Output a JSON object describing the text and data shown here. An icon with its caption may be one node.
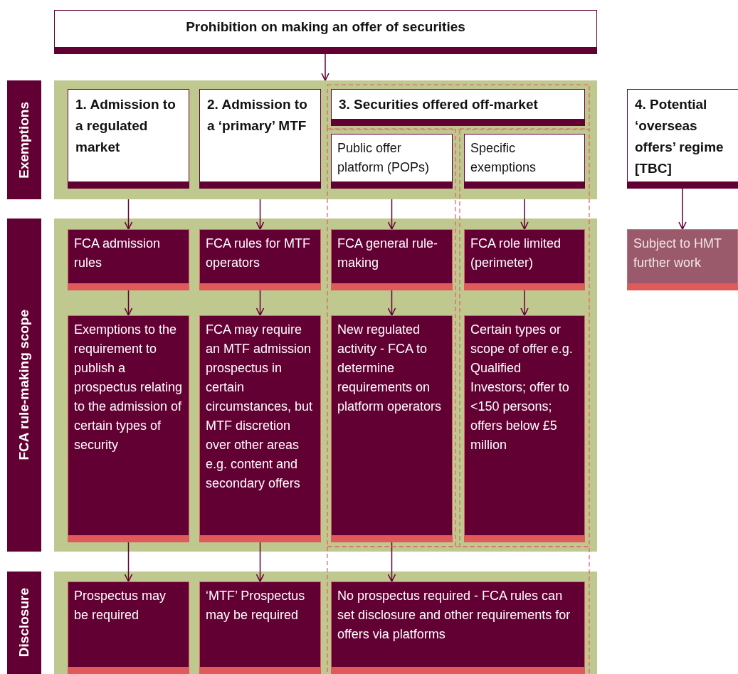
{
  "diagram": {
    "nodes": [
      {
        "text": [
          "Prohibition on making an offer of securities"
        ]
      },
      {
        "text": [
          "Exemptions"
        ]
      },
      {
        "text": [
          "1. Admission to a regulated market"
        ],
        "in": 22
      },
      {
        "text": [
          "2. Admission to a ‘primary’ MTF"
        ],
        "in": 22
      },
      {
        "text": [
          "3. Securities offered off-market"
        ],
        "in": 22
      },
      {
        "text": [
          "Public offer platform (POPs)"
        ],
        "in": 22
      },
      {
        "text": [
          "Specific exemptions"
        ],
        "in": 22
      },
      {
        "text": [
          "4. Potential ‘overseas offers’ regime [TBC]"
        ]
      },
      {
        "text": [
          "FCA rule-making scope"
        ]
      },
      {
        "text": [
          "FCA admission rules"
        ]
      },
      {
        "text": [
          "FCA rules for MTF operators"
        ]
      },
      {
        "text": [
          "FCA general rule-making"
        ]
      },
      {
        "text": [
          "FCA role limited (perimeter)"
        ]
      },
      {
        "text": [
          "Subject to HMT further work"
        ]
      },
      {
        "text": [
          "Exemptions to the requirement to publish a prospectus relating to the admission of certain types of security"
        ]
      },
      {
        "text": [
          "FCA may require an MTF admission prospectus in certain circumstances, but MTF discretion over other areas e.g. content and secondary offers"
        ]
      },
      {
        "text": [
          "New regulated activity - FCA to determine requirements on platform operators"
        ]
      },
      {
        "text": [
          "Certain types or scope of offer e.g. Qualified Investors; offer to <150 persons; offers below £5 million"
        ]
      },
      {
        "text": [
          "Disclosure"
        ]
      },
      {
        "text": [
          "Prospectus may be required"
        ]
      },
      {
        "text": [
          "‘MTF’ Prospectus may be required"
        ]
      },
      {
        "text": [
          "No prospectus required - FCA rules can set disclosure and other requirements for offers via platforms"
        ]
      },
      {
        "text": [],
        "shape": "box"
      }
    ],
    "edges": [
      {
        "from": 0,
        "to": 22,
        "arrow": "to"
      },
      {
        "from": 2,
        "to": 9,
        "arrow": "to"
      },
      {
        "from": 3,
        "to": 10,
        "arrow": "to"
      },
      {
        "from": 5,
        "to": 11,
        "arrow": "to"
      },
      {
        "from": 6,
        "to": 12,
        "arrow": "to"
      },
      {
        "from": 7,
        "to": 13,
        "arrow": "to"
      },
      {
        "from": 9,
        "to": 14,
        "arrow": "to"
      },
      {
        "from": 10,
        "to": 15,
        "arrow": "to"
      },
      {
        "from": 11,
        "to": 16,
        "arrow": "to"
      },
      {
        "from": 12,
        "to": 17,
        "arrow": "to"
      },
      {
        "from": 14,
        "to": 19,
        "arrow": "to"
      },
      {
        "from": 15,
        "to": 20,
        "arrow": "to"
      },
      {
        "from": 16,
        "to": 21,
        "arrow": "to"
      }
    ]
  }
}
